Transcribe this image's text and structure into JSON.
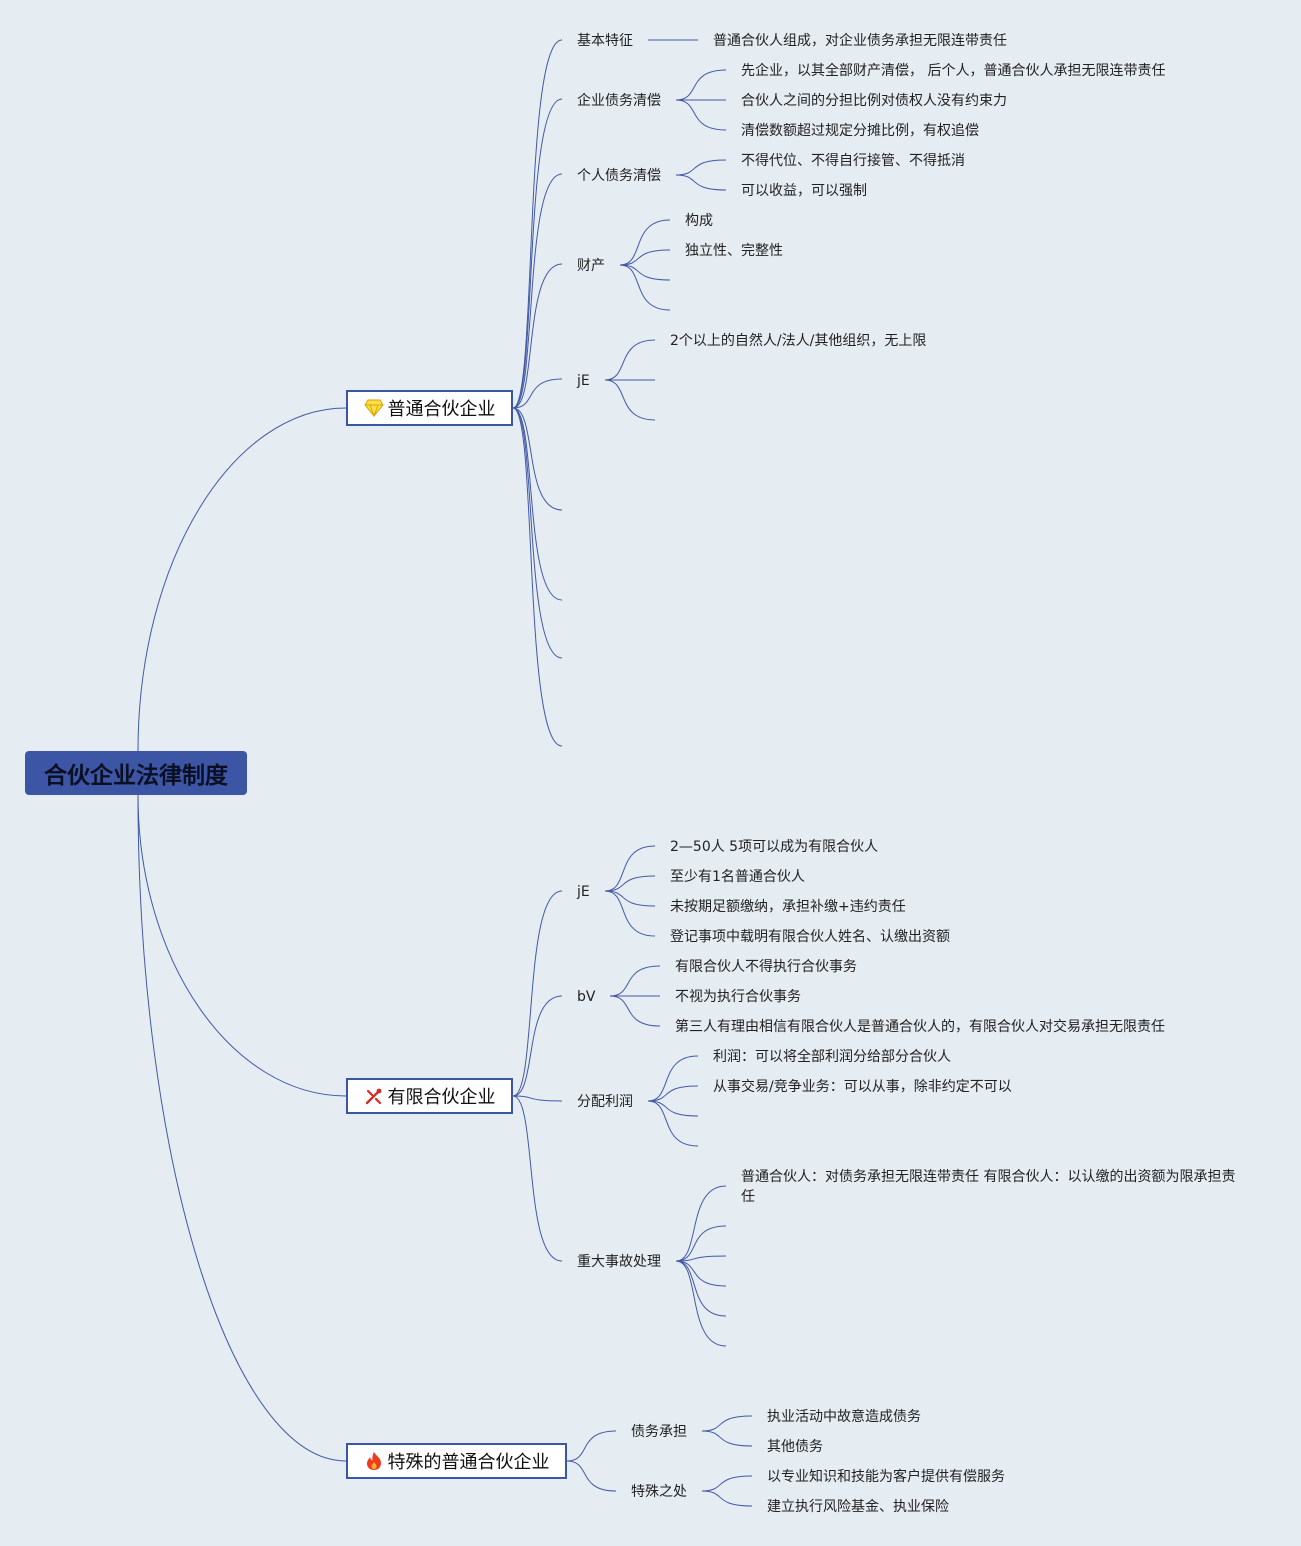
{
  "root": {
    "label": "合伙企业法律制度"
  },
  "branches": [
    {
      "label": "普通合伙企业",
      "icon": "diamond-icon",
      "children": [
        {
          "label": "基本特征",
          "children": [
            "普通合伙人组成，对企业债务承担无限连带责任"
          ]
        },
        {
          "label": "企业债务清偿",
          "children": [
            "先企业，以其全部财产清偿， 后个人，普通合伙人承担无限连带责任",
            "合伙人之间的分担比例对债权人没有约束力",
            "清偿数额超过规定分摊比例，有权追偿"
          ]
        },
        {
          "label": "个人债务清偿",
          "children": [
            "不得代位、不得自行接管、不得抵消",
            "可以收益，可以强制"
          ]
        },
        {
          "label": "财产",
          "children": [
            "构成",
            "独立性、完整性",
            "",
            "",
            ""
          ]
        },
        {
          "label": "jE",
          "children": [
            "2个以上的自然人/法人/其他组织，无上限",
            "",
            ""
          ]
        },
        {
          "label": "",
          "children": []
        },
        {
          "label": "",
          "children": []
        },
        {
          "label": "",
          "children": []
        },
        {
          "label": "",
          "children": []
        }
      ]
    },
    {
      "label": "有限合伙企业",
      "icon": "tools-icon",
      "children": [
        {
          "label": "jE",
          "children": [
            "2—50人 5项可以成为有限合伙人",
            "至少有1名普通合伙人",
            "未按期足额缴纳，承担补缴+违约责任",
            "登记事项中载明有限合伙人姓名、认缴出资额"
          ]
        },
        {
          "label": "bV",
          "children": [
            "有限合伙人不得执行合伙事务",
            "不视为执行合伙事务",
            "第三人有理由相信有限合伙人是普通合伙人的，有限合伙人对交易承担无限责任"
          ]
        },
        {
          "label": "分配利润",
          "children": [
            "利润：可以将全部利润分给部分合伙人",
            "从事交易/竞争业务：可以从事，除非约定不可以",
            "",
            ""
          ]
        },
        {
          "label": "重大事故处理",
          "children": [
            "普通合伙人：对债务承担无限连带责任 有限合伙人：以认缴的出资额为限承担责任",
            "",
            "",
            "",
            "",
            ""
          ]
        }
      ]
    },
    {
      "label": "特殊的普通合伙企业",
      "icon": "fire-icon",
      "children": [
        {
          "label": "债务承担",
          "children": [
            "执业活动中故意造成债务",
            "其他债务"
          ]
        },
        {
          "label": "特殊之处",
          "children": [
            "以专业知识和技能为客户提供有偿服务",
            "建立执行风险基金、执业保险"
          ]
        }
      ]
    }
  ],
  "colors": {
    "background": "#e5ecf2",
    "line": "#4359a8",
    "root_fill": "#3c56a5"
  }
}
